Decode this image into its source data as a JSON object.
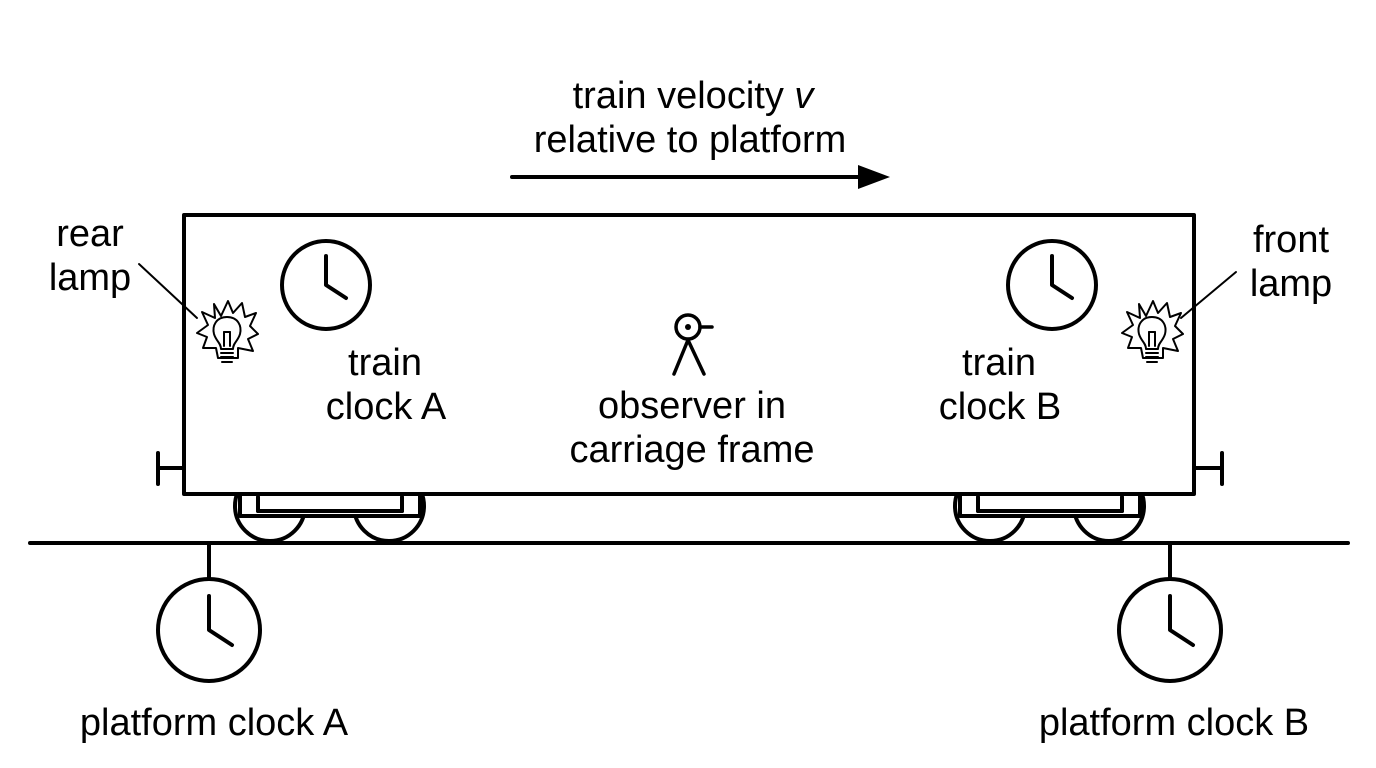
{
  "colors": {
    "stroke": "#000000",
    "background": "#ffffff"
  },
  "velocity_label": {
    "line1": "train velocity ",
    "symbol": "v",
    "line2": "relative to platform"
  },
  "rear_lamp": {
    "line1": "rear",
    "line2": "lamp",
    "icon": "lightbulb-icon"
  },
  "front_lamp": {
    "line1": "front",
    "line2": "lamp",
    "icon": "lightbulb-icon"
  },
  "train_clock_a": {
    "line1": "train",
    "line2": "clock A",
    "icon": "clock-icon"
  },
  "train_clock_b": {
    "line1": "train",
    "line2": "clock B",
    "icon": "clock-icon"
  },
  "observer": {
    "line1": "observer in",
    "line2": "carriage frame",
    "icon": "observer-icon"
  },
  "platform_clock_a": {
    "label": "platform clock A",
    "icon": "clock-icon"
  },
  "platform_clock_b": {
    "label": "platform clock B",
    "icon": "clock-icon"
  }
}
